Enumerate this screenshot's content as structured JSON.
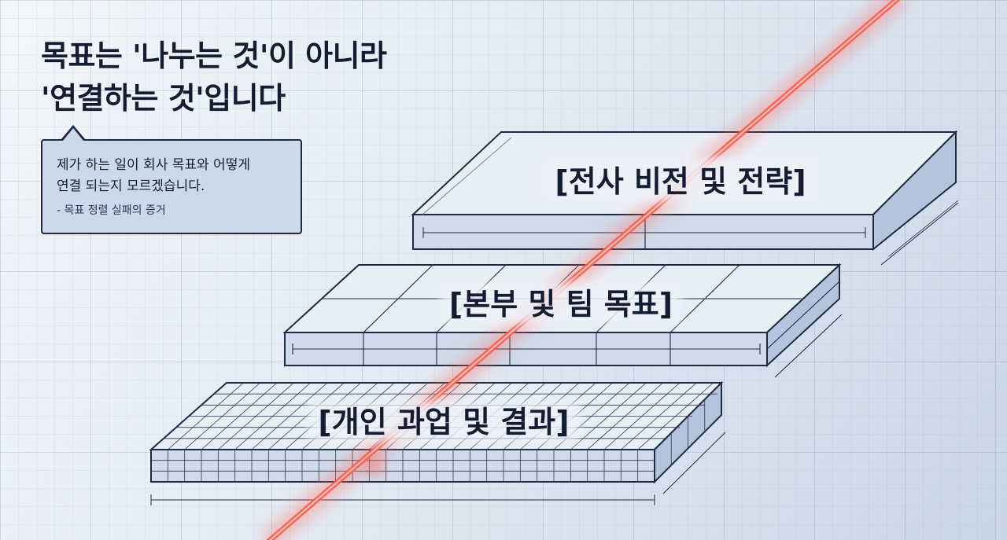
{
  "heading": {
    "line1": "목표는 '나누는 것'이 아니라",
    "line2": "'연결하는 것'입니다"
  },
  "callout": {
    "line1": "제가 하는 일이 회사 목표와 어떻게",
    "line2": "연결 되는지 모르겠습니다.",
    "source": "- 목표 정렬 실패의 증거"
  },
  "tiers": [
    {
      "label": "[전사 비전 및 전략]"
    },
    {
      "label": "[본부 및 팀 목표]"
    },
    {
      "label": "[개인 과업 및 결과]"
    }
  ],
  "colors": {
    "ink": "#141c33",
    "slab_top": "#e8eef6",
    "slab_front": "#cfdbea",
    "slab_side": "#b3c5dc",
    "laser": "#ff5a4a",
    "callout_bg": "#ccd9ea"
  }
}
